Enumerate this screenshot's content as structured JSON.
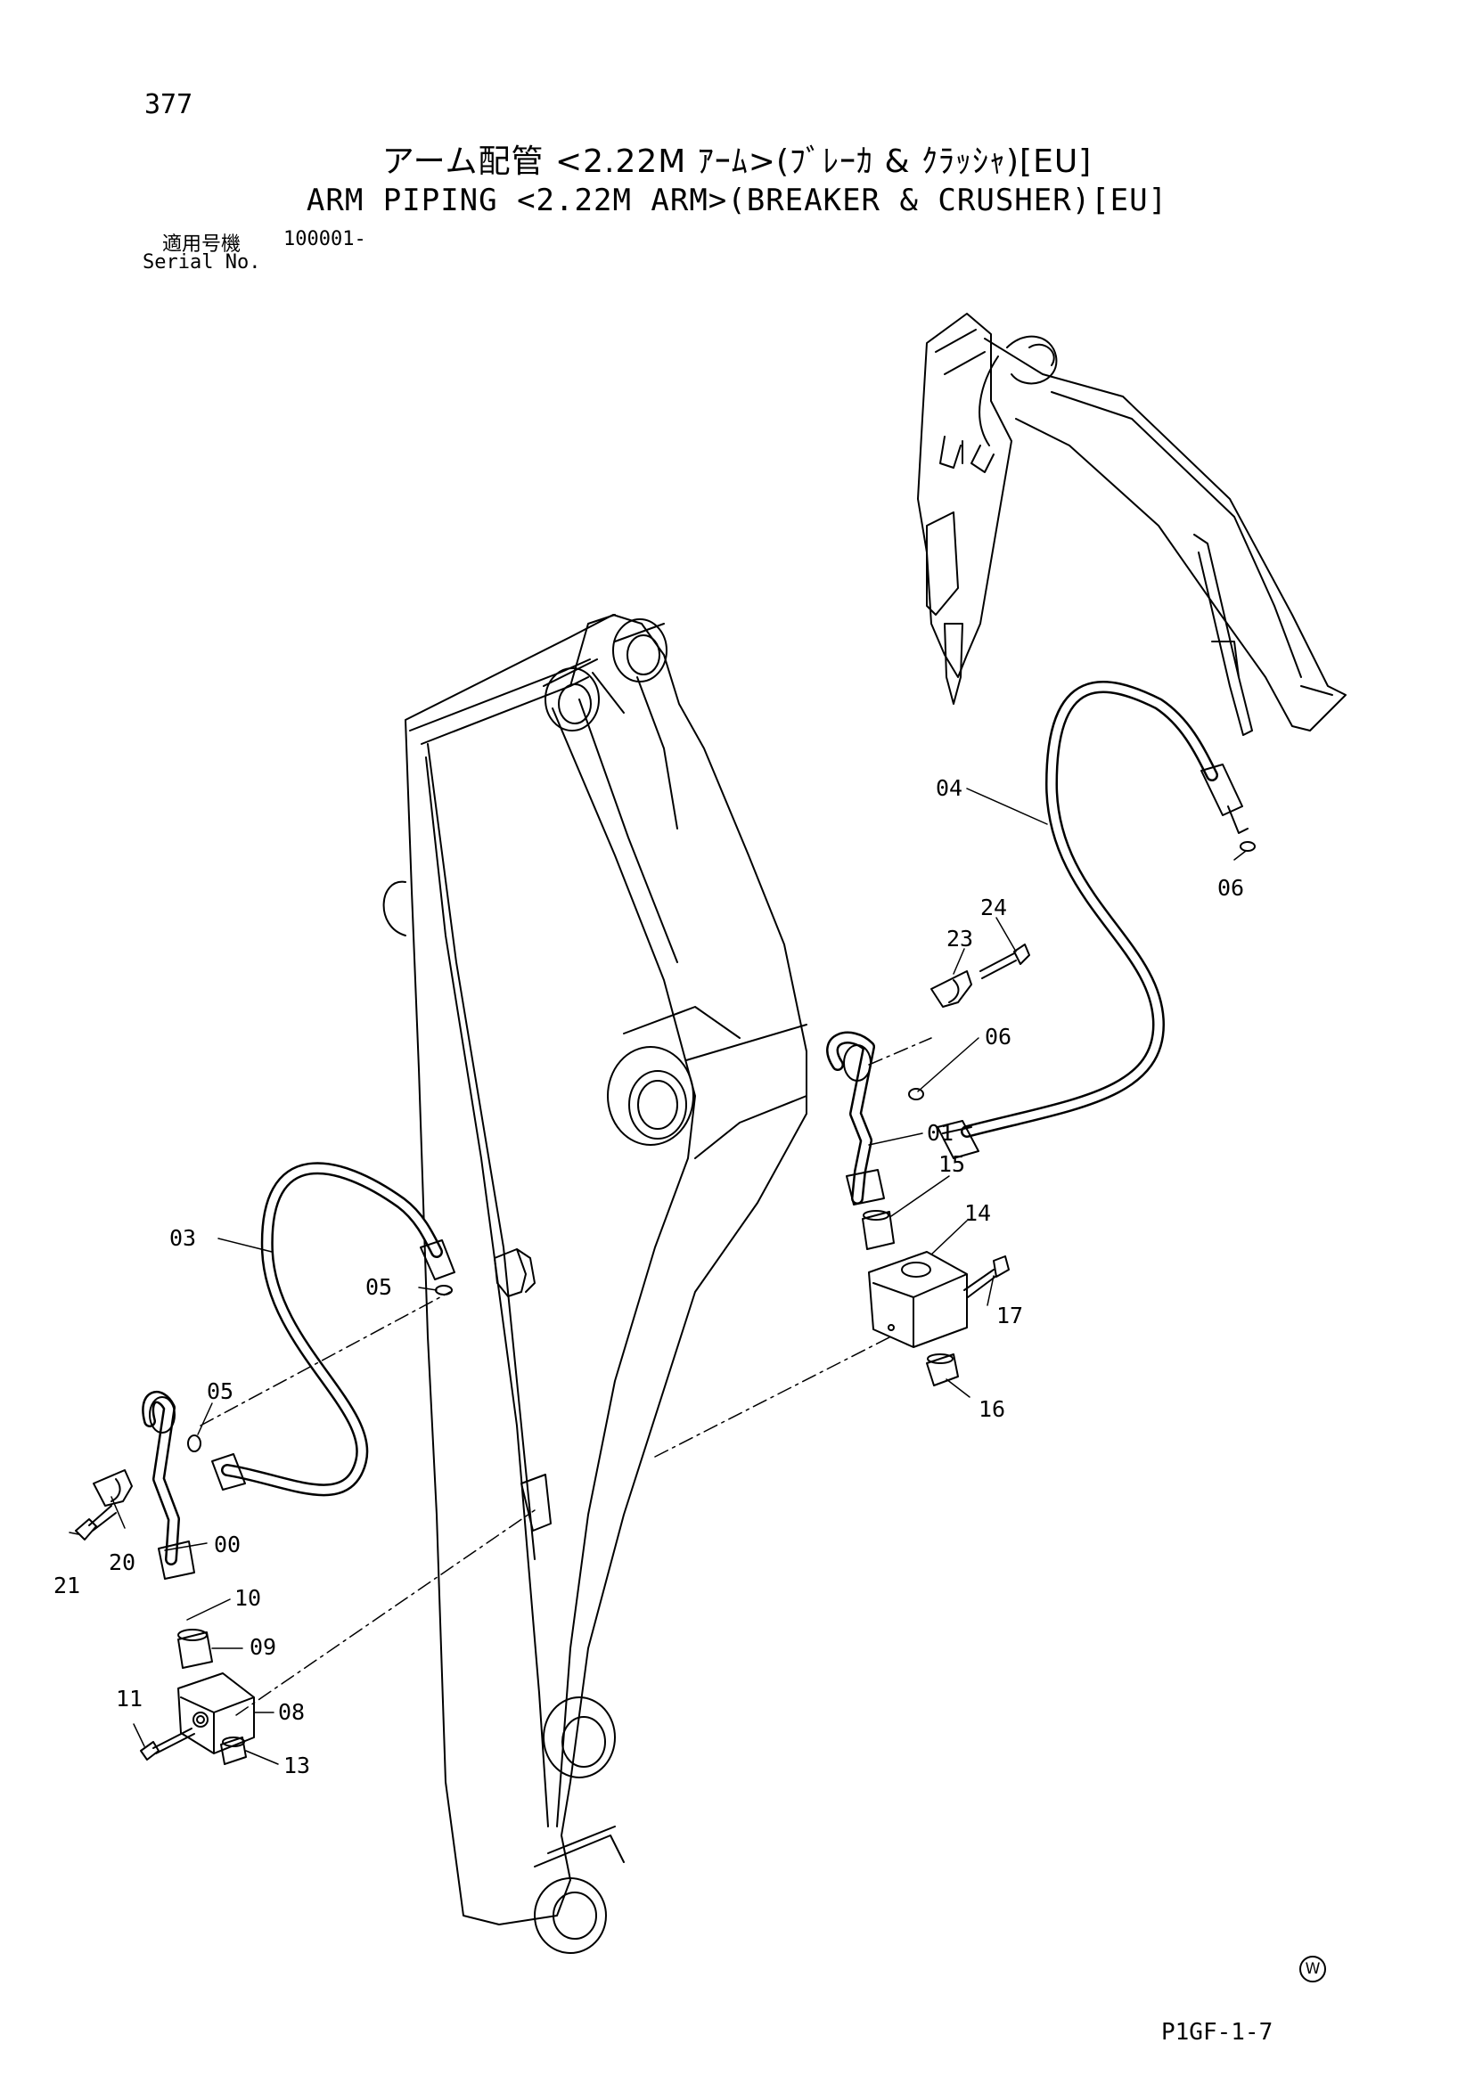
{
  "page": {
    "number": "377",
    "title_ja": "アーム配管 <2.22M ｱｰﾑ>(ﾌﾞﾚｰｶ & ｸﾗｯｼｬ)[EU]",
    "title_en": "ARM PIPING <2.22M ARM>(BREAKER & CRUSHER)[EU]",
    "serial_label_ja": "適用号機",
    "serial_value": "100001-",
    "serial_label_en": "Serial No.",
    "footer_code": "P1GF-1-7",
    "mark": "W"
  },
  "callouts": [
    {
      "id": "c04",
      "label": "04"
    },
    {
      "id": "c06a",
      "label": "06"
    },
    {
      "id": "c24",
      "label": "24"
    },
    {
      "id": "c23",
      "label": "23"
    },
    {
      "id": "c06b",
      "label": "06"
    },
    {
      "id": "c01",
      "label": "01"
    },
    {
      "id": "c15",
      "label": "15"
    },
    {
      "id": "c14",
      "label": "14"
    },
    {
      "id": "c17",
      "label": "17"
    },
    {
      "id": "c16",
      "label": "16"
    },
    {
      "id": "c03",
      "label": "03"
    },
    {
      "id": "c05a",
      "label": "05"
    },
    {
      "id": "c05b",
      "label": "05"
    },
    {
      "id": "c21",
      "label": "21"
    },
    {
      "id": "c20",
      "label": "20"
    },
    {
      "id": "c00",
      "label": "00"
    },
    {
      "id": "c10",
      "label": "10"
    },
    {
      "id": "c09",
      "label": "09"
    },
    {
      "id": "c11",
      "label": "11"
    },
    {
      "id": "c08",
      "label": "08"
    },
    {
      "id": "c13",
      "label": "13"
    }
  ]
}
